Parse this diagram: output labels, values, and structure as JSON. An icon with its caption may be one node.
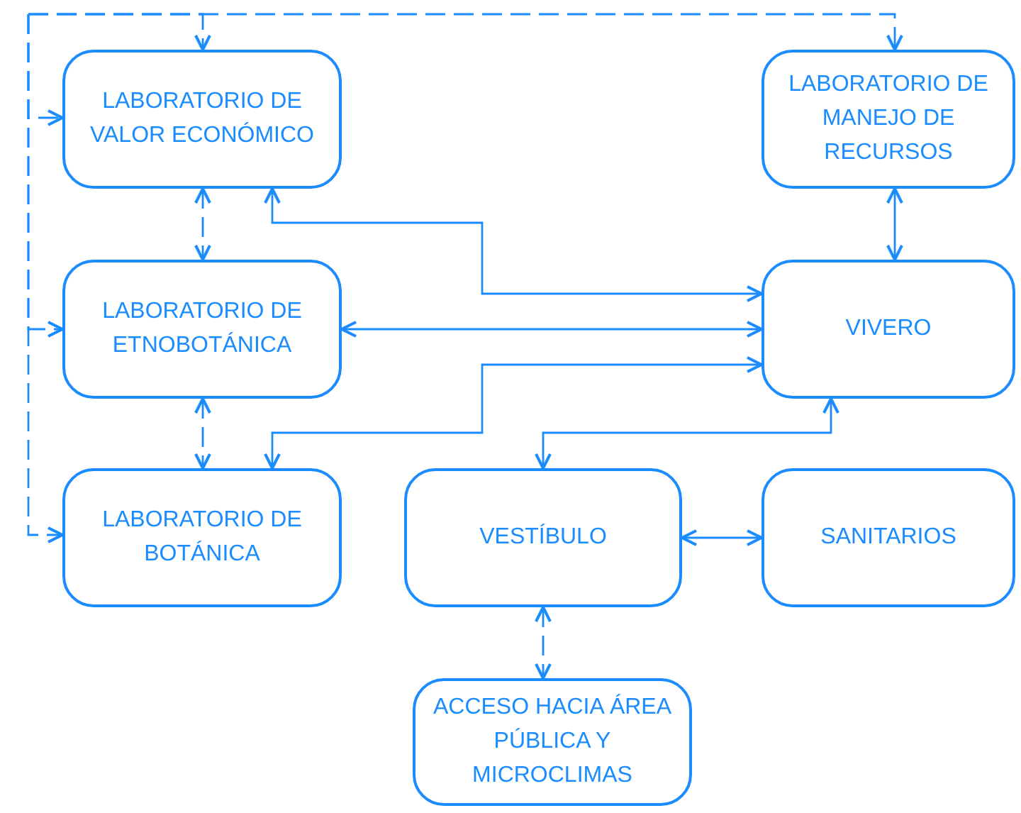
{
  "diagram": {
    "nodes": [
      {
        "text": [
          "LABORATORIO DE VALOR ECONÓMICO"
        ]
      },
      {
        "text": [
          "LABORATORIO DE MANEJO DE RECURSOS"
        ]
      },
      {
        "text": [
          "LABORATORIO DE ETNOBOTÁNICA"
        ]
      },
      {
        "text": [
          "VIVERO"
        ]
      },
      {
        "text": [
          "LABORATORIO DE BOTÁNICA"
        ]
      },
      {
        "text": [
          "VESTÍBULO"
        ]
      },
      {
        "text": [
          "SANITARIOS"
        ]
      },
      {
        "text": [
          "ACCESO HACIA ÁREA PÚBLICA Y MICROCLIMAS"
        ]
      }
    ],
    "edges": [
      {
        "from": null,
        "to": 0,
        "arrow": "to",
        "style": "dashed"
      },
      {
        "from": null,
        "to": 1,
        "arrow": "to",
        "style": "dashed"
      },
      {
        "from": null,
        "to": 0,
        "arrow": "to",
        "style": "dashed"
      },
      {
        "from": null,
        "to": 2,
        "arrow": "to",
        "style": "dashed"
      },
      {
        "from": null,
        "to": 4,
        "arrow": "to",
        "style": "dashed"
      },
      {
        "from": 0,
        "to": 2,
        "arrow": "both",
        "style": "dashed"
      },
      {
        "from": 0,
        "to": 3,
        "arrow": "both"
      },
      {
        "from": 2,
        "to": 3,
        "arrow": "both"
      },
      {
        "from": 2,
        "to": 4,
        "arrow": "both",
        "style": "dashed"
      },
      {
        "from": 3,
        "to": 4,
        "arrow": "both"
      },
      {
        "from": 1,
        "to": 3,
        "arrow": "both"
      },
      {
        "from": 3,
        "to": 5,
        "arrow": "both"
      },
      {
        "from": 5,
        "to": 6,
        "arrow": "both"
      },
      {
        "from": 5,
        "to": 7,
        "arrow": "both",
        "style": "dashed"
      }
    ]
  }
}
